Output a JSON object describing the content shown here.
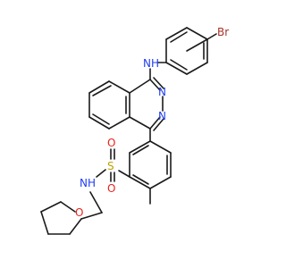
{
  "diagram": {
    "labels": {
      "br": "Br",
      "nh_top": "NH",
      "n1": "N",
      "n2": "N",
      "s": "S",
      "o1": "O",
      "o2": "O",
      "nh_sulfonamide": "NH",
      "o_ring": "O"
    },
    "colors": {
      "bond": "#1a1a1a",
      "nitrogen": "#1f3df0",
      "oxygen": "#e8231b",
      "sulfur": "#b8a400",
      "bromine": "#a3342a"
    }
  }
}
